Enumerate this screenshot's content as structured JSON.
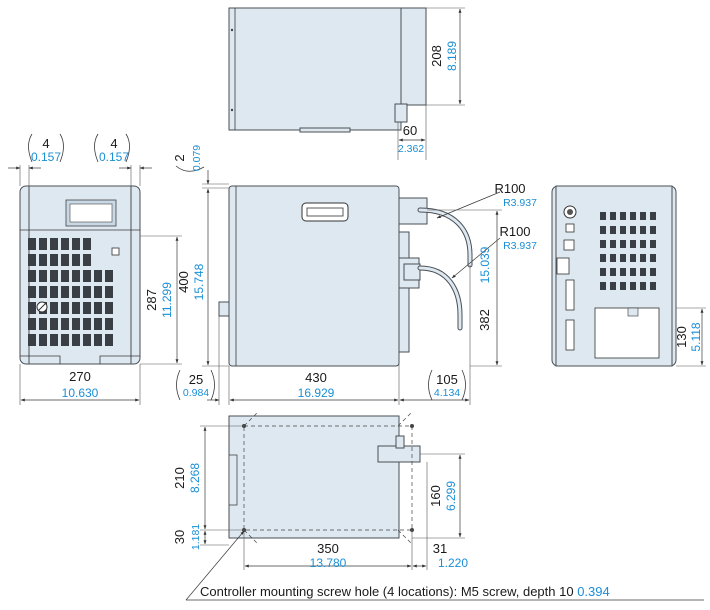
{
  "dims": {
    "top_height": {
      "mm": "208",
      "in": "8.189"
    },
    "top_port": {
      "mm": "60",
      "in": "2.362"
    },
    "front_left_margin": {
      "mm": "4",
      "in": "0.157"
    },
    "front_right_margin": {
      "mm": "4",
      "in": "0.157"
    },
    "front_width": {
      "mm": "270",
      "in": "10.630"
    },
    "front_panel_height": {
      "mm": "287",
      "in": "11.299"
    },
    "side_top_offset": {
      "mm": "2",
      "in": "0.079"
    },
    "side_height": {
      "mm": "400",
      "in": "15.748"
    },
    "side_foot": {
      "mm": "25",
      "in": "0.984"
    },
    "side_depth": {
      "mm": "430",
      "in": "16.929"
    },
    "side_hose_ext": {
      "mm": "105",
      "in": "4.134"
    },
    "side_port_height": {
      "mm": "382",
      "in": "15.039"
    },
    "bend_radius_upper": {
      "mm": "R100",
      "in": "R3.937"
    },
    "bend_radius_lower": {
      "mm": "R100",
      "in": "R3.937"
    },
    "rear_panel_height": {
      "mm": "130",
      "in": "5.118"
    },
    "bottom_hole_depth": {
      "mm": "210",
      "in": "8.268"
    },
    "bottom_edge": {
      "mm": "30",
      "in": "1.181"
    },
    "bottom_hole_width": {
      "mm": "350",
      "in": "13.780"
    },
    "bottom_right_offset": {
      "mm": "31",
      "in": "1.220"
    },
    "bottom_port_depth": {
      "mm": "160",
      "in": "6.299"
    }
  },
  "callout": {
    "text": "Controller mounting screw hole (4 locations): M5 screw, depth 10",
    "in": "0.394"
  },
  "colors": {
    "body_fill": "#dde8f0",
    "outline": "#4a4f55",
    "inch_text": "#1a8fd6",
    "mm_text": "#1a1a1a"
  }
}
